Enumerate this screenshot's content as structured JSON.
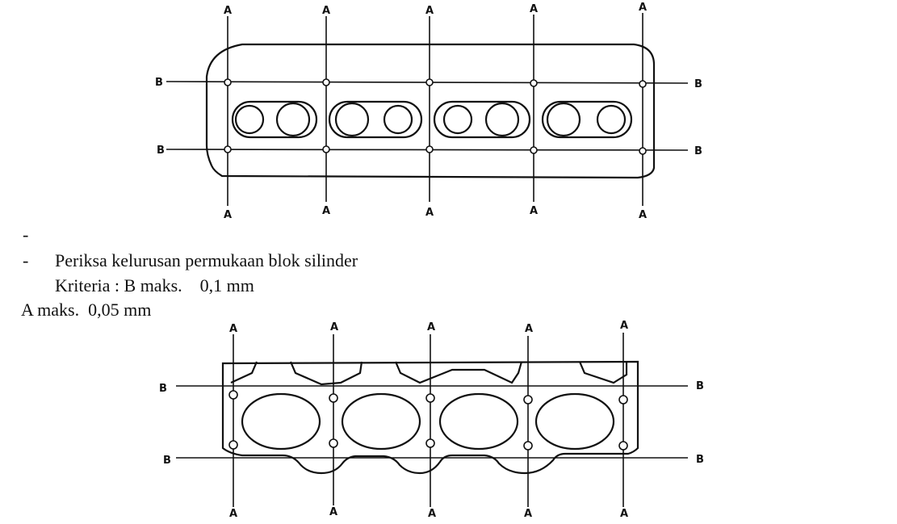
{
  "label_a": "A",
  "label_b": "B",
  "notes": {
    "dash_first": "-",
    "dash_second": "-",
    "title": "Periksa kelurusan permukaan blok silinder",
    "criteria": "Kriteria : B maks.    0,1 mm",
    "a_max": "A maks.  0,05 mm"
  }
}
